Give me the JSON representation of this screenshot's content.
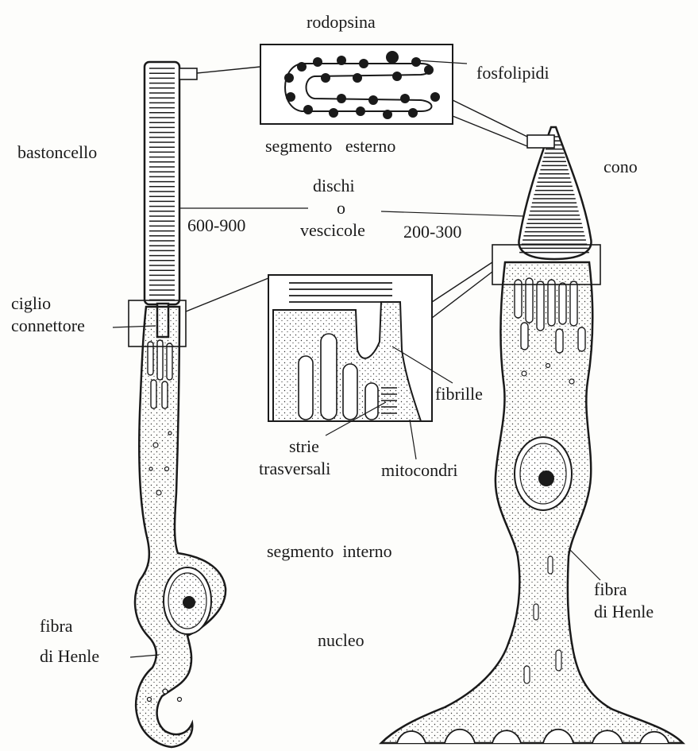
{
  "labels": {
    "rodopsina": "rodopsina",
    "fosfolipidi": "fosfolipidi",
    "bastoncello": "bastoncello",
    "segmento_esterno": "segmento   esterno",
    "cono": "cono",
    "dischi": "dischi",
    "o": "o",
    "vescicole": "vescicole",
    "rod_count": "600-900",
    "cone_count": "200-300",
    "ciglio": "ciglio",
    "connettore": "connettore",
    "fibrille": "fibrille",
    "strie": "strie",
    "trasversali": "trasversali",
    "mitocondri": "mitocondri",
    "segmento_interno": "segmento  interno",
    "nucleo": "nucleo",
    "fibra_left_1": "fibra",
    "fibra_left_2": "di Henle",
    "fibra_right_1": "fibra",
    "fibra_right_2": "di Henle"
  },
  "colors": {
    "ink": "#1a1a1a",
    "paper": "#fdfdfb"
  }
}
